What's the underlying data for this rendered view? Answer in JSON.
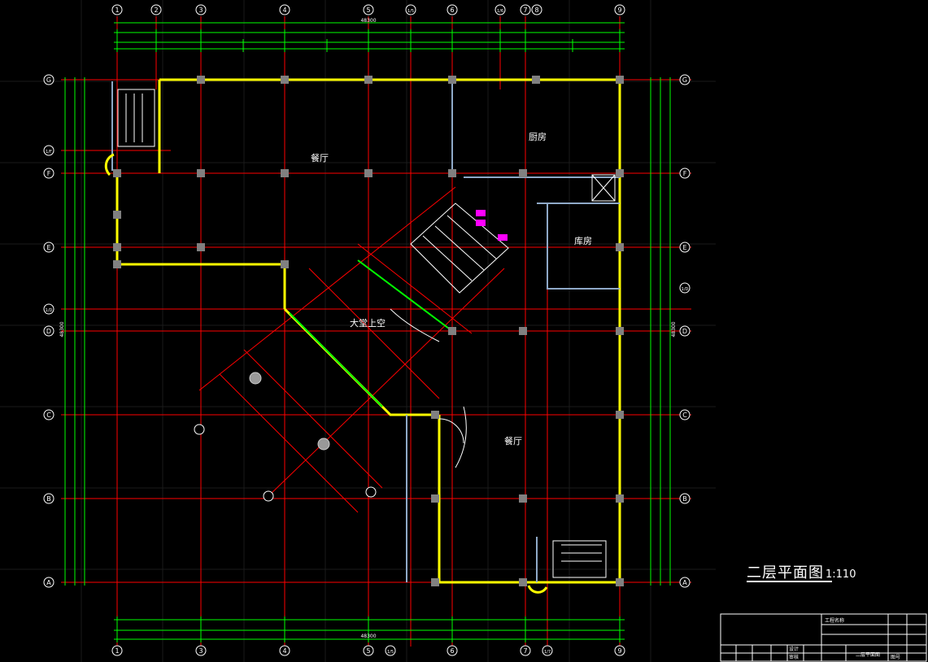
{
  "drawing": {
    "title": "二层平面图",
    "scale": "1:110"
  },
  "axes_top": [
    "1",
    "2",
    "3",
    "4",
    "5",
    "1/5",
    "6",
    "1/6",
    "7",
    "8",
    "9"
  ],
  "axes_bottom": [
    "1",
    "3",
    "4",
    "5",
    "1/5",
    "6",
    "7",
    "1/7",
    "9"
  ],
  "axes_left": [
    "G",
    "1/F",
    "F",
    "E",
    "1/D",
    "D",
    "C",
    "B",
    "A"
  ],
  "axes_right": [
    "G",
    "F",
    "E",
    "1/D",
    "D",
    "C",
    "B",
    "A"
  ],
  "overall_dim_top": "48300",
  "overall_dim_bottom": "48300",
  "overall_dim_left": "48300",
  "overall_dim_right": "48300",
  "rooms": {
    "restaurant_top": "餐厅",
    "kitchen": "厨房",
    "storage": "库房",
    "atrium": "大堂上空",
    "restaurant_bottom": "餐厅"
  },
  "title_block": {
    "project_name": "工程名称",
    "drawing_name": "二层平面图",
    "design": "设计",
    "check": "审核",
    "sheet": "图号"
  },
  "colors": {
    "background": "#000000",
    "grid_line": "#ff0000",
    "dimension": "#00ff00",
    "wall": "#ffff00",
    "column": "#808080",
    "text": "#ffffff",
    "accent": "#ff00ff",
    "door": "#00ffff"
  }
}
